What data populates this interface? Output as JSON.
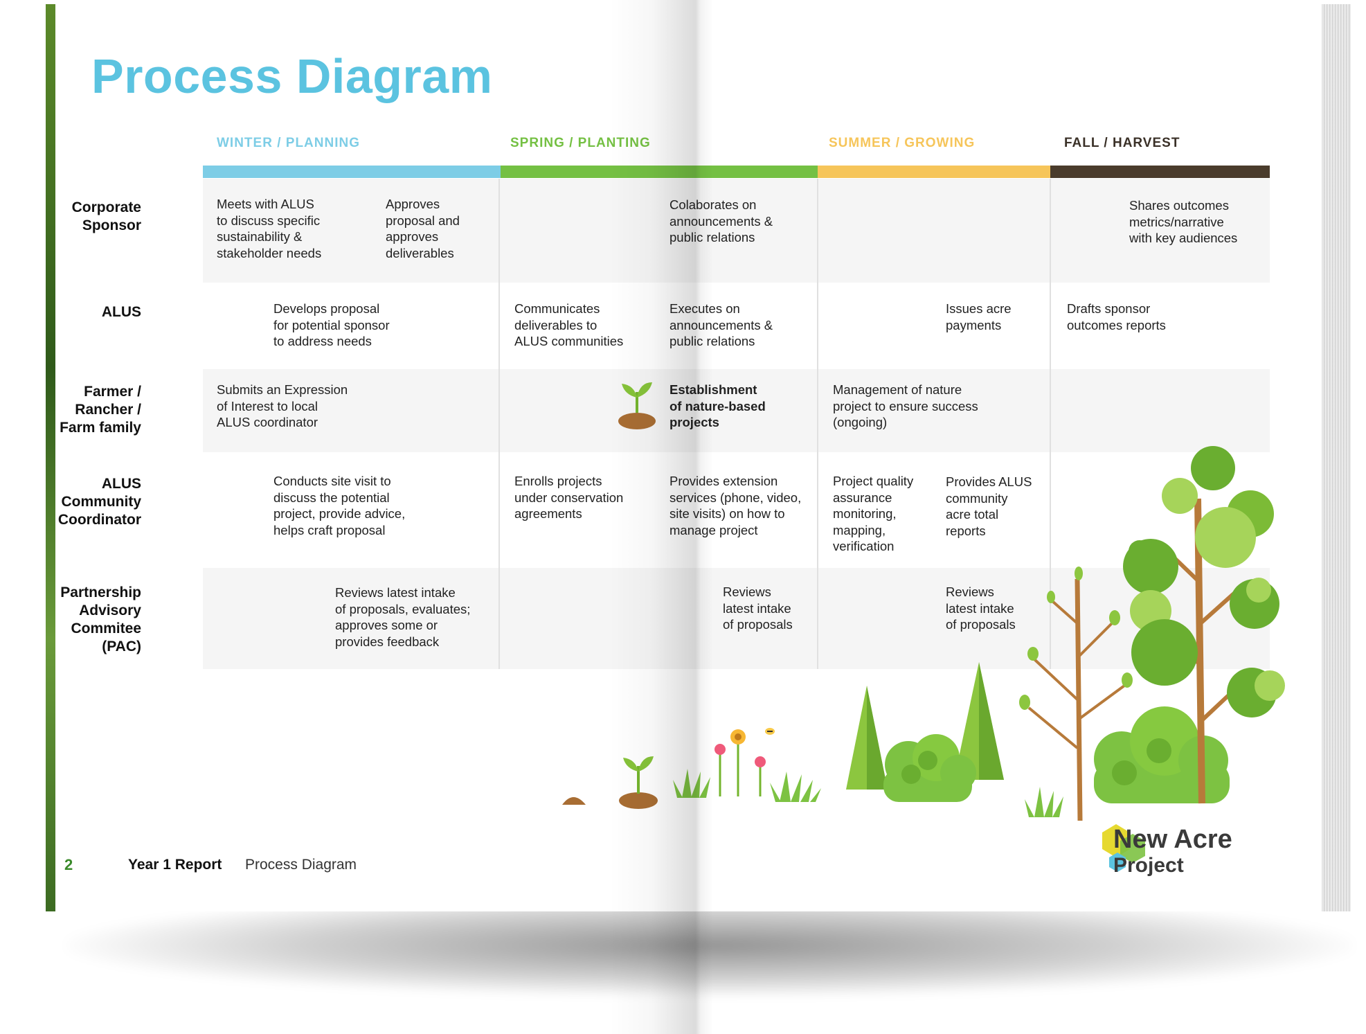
{
  "title": "Process Diagram",
  "seasons": [
    {
      "label": "WINTER / PLANNING",
      "color": "#7dcde6"
    },
    {
      "label": "SPRING / PLANTING",
      "color": "#74c043"
    },
    {
      "label": "SUMMER / GROWING",
      "color": "#f6c55a"
    },
    {
      "label": "FALL / HARVEST",
      "color": "#4a3c2c"
    }
  ],
  "rows": [
    {
      "label": "Corporate\nSponsor",
      "cells": [
        "Meets with ALUS\nto discuss specific\nsustainability &\nstakeholder needs",
        "Approves\nproposal and\napproves\ndeliverables",
        "Colaborates on\nannouncements &\npublic relations",
        "Shares outcomes\nmetrics/narrative\nwith key audiences"
      ]
    },
    {
      "label": "ALUS",
      "cells": [
        "Develops proposal\nfor potential sponsor\nto address needs",
        "Communicates\ndeliverables to\nALUS communities",
        "Executes on\nannouncements &\npublic relations",
        "Issues acre\npayments",
        "Drafts sponsor\noutcomes reports"
      ]
    },
    {
      "label": "Farmer /\nRancher /\nFarm family",
      "cells": [
        "Submits an Expression\nof Interest to local\nALUS coordinator",
        "Establishment\nof nature-based\nprojects",
        "Management of nature\nproject to ensure success\n(ongoing)"
      ]
    },
    {
      "label": "ALUS\nCommunity\nCoordinator",
      "cells": [
        "Conducts site visit to\ndiscuss the potential\nproject, provide advice,\nhelps craft proposal",
        "Enrolls projects\nunder conservation\nagreements",
        "Provides extension\nservices (phone, video,\nsite visits) on how to\nmanage project",
        "Project quality\nassurance\nmonitoring,\nmapping,\nverification",
        "Provides ALUS\ncommunity\nacre total\nreports"
      ]
    },
    {
      "label": "Partnership\nAdvisory\nCommitee\n(PAC)",
      "cells": [
        "Reviews latest intake\nof proposals, evaluates;\napproves some or\nprovides feedback",
        "Reviews\nlatest intake\nof proposals",
        "Reviews\nlatest intake\nof proposals"
      ]
    }
  ],
  "footer": {
    "page_number": "2",
    "report": "Year 1 Report",
    "section": "Process Diagram"
  },
  "brand": {
    "line1": "New Acre",
    "line2": "Project"
  }
}
